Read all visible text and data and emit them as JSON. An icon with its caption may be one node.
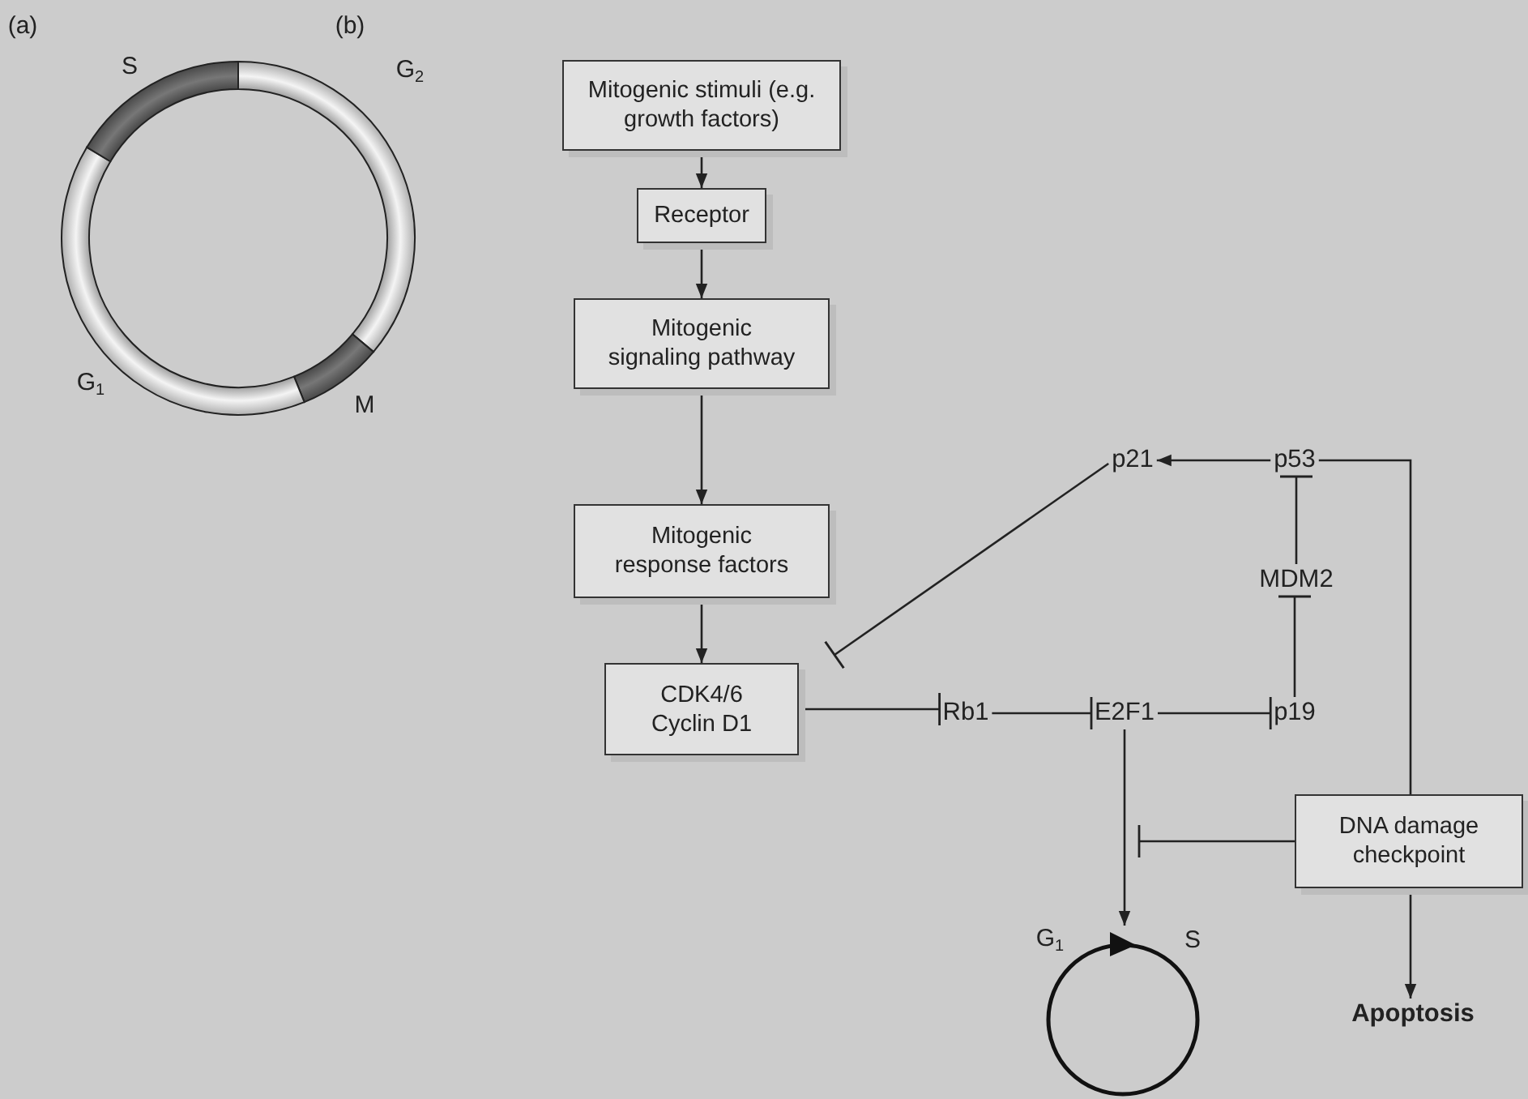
{
  "diagram": {
    "nodes": [
      {
        "text": [
          "Mitogenic stimuli (e.g. growth factors)"
        ]
      },
      {
        "text": [
          "Receptor"
        ]
      },
      {
        "text": [
          "Mitogenic signaling pathway"
        ]
      },
      {
        "text": [
          "Mitogenic response factors"
        ]
      },
      {
        "text": [
          "CDK4/6 Cyclin D1"
        ]
      },
      {
        "text": [
          "p21"
        ]
      },
      {
        "text": [
          "p53"
        ]
      },
      {
        "text": [
          "MDM2"
        ]
      },
      {
        "text": [
          "Rb1"
        ]
      },
      {
        "text": [
          "E2F1"
        ]
      },
      {
        "text": [
          "p19"
        ]
      },
      {
        "text": [
          "DNA damage checkpoint"
        ]
      },
      {
        "text": [],
        "shape": "circle",
        "beside": [
          "G$_{1}$",
          "S"
        ]
      },
      {
        "text": [
          "Apoptosis"
        ]
      }
    ],
    "edges": [
      {
        "from": 0,
        "to": 1,
        "arrow": "to"
      },
      {
        "from": 1,
        "to": 2,
        "arrow": "to"
      },
      {
        "from": 2,
        "to": 3,
        "arrow": "to"
      },
      {
        "from": 3,
        "to": 4,
        "arrow": "to"
      },
      {
        "from": 5,
        "to": 4,
        "arrow": "other"
      },
      {
        "from": 6,
        "to": 5,
        "arrow": "to"
      },
      {
        "from": 7,
        "to": 6,
        "arrow": "other"
      },
      {
        "from": 10,
        "to": 7,
        "arrow": "other"
      },
      {
        "from": 4,
        "to": 8,
        "arrow": "other"
      },
      {
        "from": 8,
        "to": 9,
        "arrow": "other"
      },
      {
        "from": 9,
        "to": 10,
        "arrow": "other"
      },
      {
        "from": 9,
        "to": 12,
        "arrow": "to"
      },
      {
        "from": 11,
        "to": null,
        "arrow": "other"
      },
      {
        "from": 11,
        "to": 6,
        "arrow": "none"
      },
      {
        "from": 11,
        "to": 13,
        "arrow": "to"
      }
    ],
    "labels": [
      "(a)",
      "S",
      "G$_{2}$",
      "G$_{1}$",
      "M",
      "(b)"
    ]
  }
}
